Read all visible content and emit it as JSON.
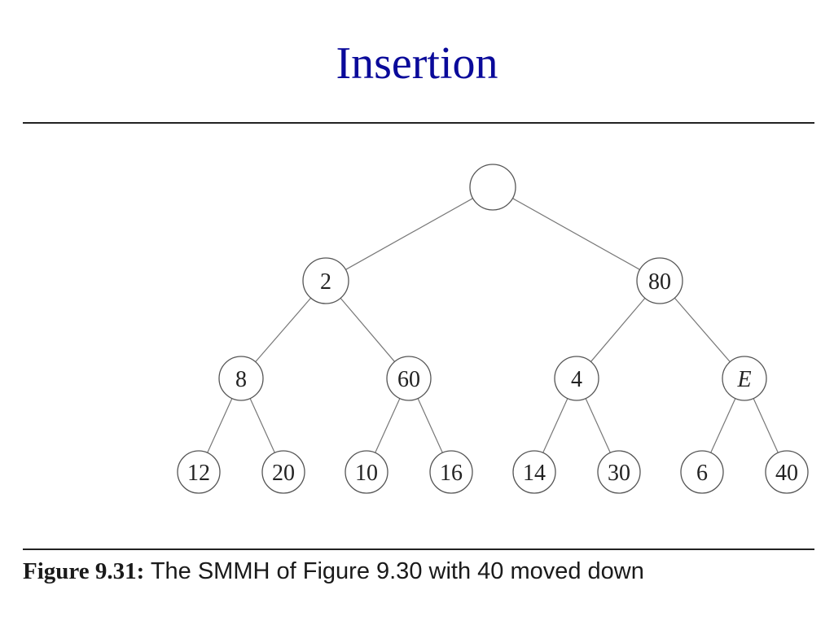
{
  "slide": {
    "title": "Insertion"
  },
  "figure": {
    "caption_label": "Figure 9.31:",
    "caption_text": " The SMMH of Figure 9.30 with 40 moved down"
  },
  "tree": {
    "nodes": [
      {
        "id": "root",
        "label": "",
        "italic": false
      },
      {
        "id": "n2",
        "label": "2",
        "italic": false
      },
      {
        "id": "n80",
        "label": "80",
        "italic": false
      },
      {
        "id": "n8",
        "label": "8",
        "italic": false
      },
      {
        "id": "n60",
        "label": "60",
        "italic": false
      },
      {
        "id": "n4",
        "label": "4",
        "italic": false
      },
      {
        "id": "nE",
        "label": "E",
        "italic": true
      },
      {
        "id": "n12",
        "label": "12",
        "italic": false
      },
      {
        "id": "n20",
        "label": "20",
        "italic": false
      },
      {
        "id": "n10",
        "label": "10",
        "italic": false
      },
      {
        "id": "n16",
        "label": "16",
        "italic": false
      },
      {
        "id": "n14",
        "label": "14",
        "italic": false
      },
      {
        "id": "n30",
        "label": "30",
        "italic": false
      },
      {
        "id": "n6",
        "label": "6",
        "italic": false
      },
      {
        "id": "n40",
        "label": "40",
        "italic": false
      }
    ],
    "edges": [
      [
        "root",
        "n2"
      ],
      [
        "root",
        "n80"
      ],
      [
        "n2",
        "n8"
      ],
      [
        "n2",
        "n60"
      ],
      [
        "n80",
        "n4"
      ],
      [
        "n80",
        "nE"
      ],
      [
        "n8",
        "n12"
      ],
      [
        "n8",
        "n20"
      ],
      [
        "n60",
        "n10"
      ],
      [
        "n60",
        "n16"
      ],
      [
        "n4",
        "n14"
      ],
      [
        "n4",
        "n30"
      ],
      [
        "nE",
        "n6"
      ],
      [
        "nE",
        "n40"
      ]
    ]
  }
}
